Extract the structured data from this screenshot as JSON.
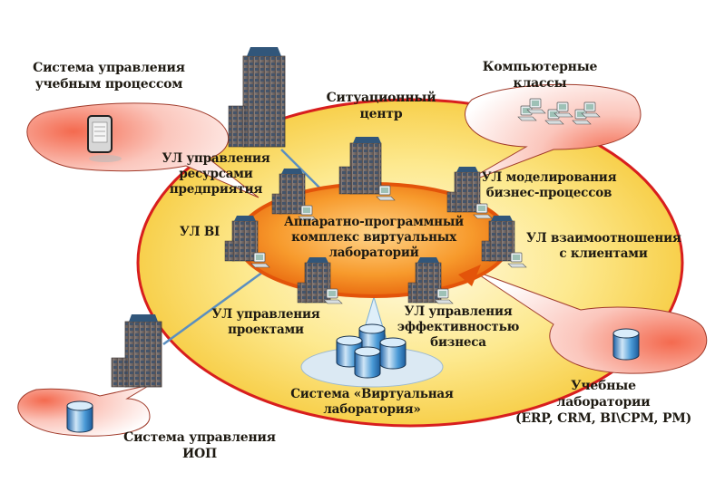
{
  "diagram": {
    "center": {
      "lines": [
        "Аппаратно-программный",
        "комплекс виртуальных",
        "лабораторий"
      ]
    },
    "labs": [
      {
        "lines": [
          "УЛ управления",
          "ресурсами",
          "предприятия"
        ]
      },
      {
        "lines": [
          "УЛ BI"
        ]
      },
      {
        "lines": [
          "УЛ моделирования",
          "бизнес-процессов"
        ]
      },
      {
        "lines": [
          "УЛ взаимоотношения",
          "с клиентами"
        ]
      },
      {
        "lines": [
          "УЛ управления",
          "проектами"
        ]
      },
      {
        "lines": [
          "УЛ управления",
          "эффективностью",
          "бизнеса"
        ]
      }
    ],
    "nodes": {
      "situation_center": {
        "lines": [
          "Ситуационный",
          "центр"
        ]
      },
      "learning_process_system": {
        "lines": [
          "Система управления",
          "учебным процессом"
        ]
      },
      "computer_classes": {
        "lines": [
          "Компьютерные",
          "классы"
        ]
      },
      "iop_system": {
        "lines": [
          "Система управления",
          "ИОП"
        ]
      },
      "virtual_lab_system": {
        "lines": [
          "Система «Виртуальная",
          "лаборатория»"
        ]
      },
      "training_labs": {
        "lines": [
          "Учебные",
          "лаборатории",
          "(ERP, CRM, BI\\CPM, PM)"
        ]
      }
    },
    "colors": {
      "outer_fill": "#f8d64a",
      "outer_border": "#d81e1e",
      "inner_fill": "#f07a12",
      "connector": "#5b8fc0",
      "callout_fill": "#f7a79b",
      "building": "#6d6462",
      "database": "#3d88c4"
    }
  }
}
